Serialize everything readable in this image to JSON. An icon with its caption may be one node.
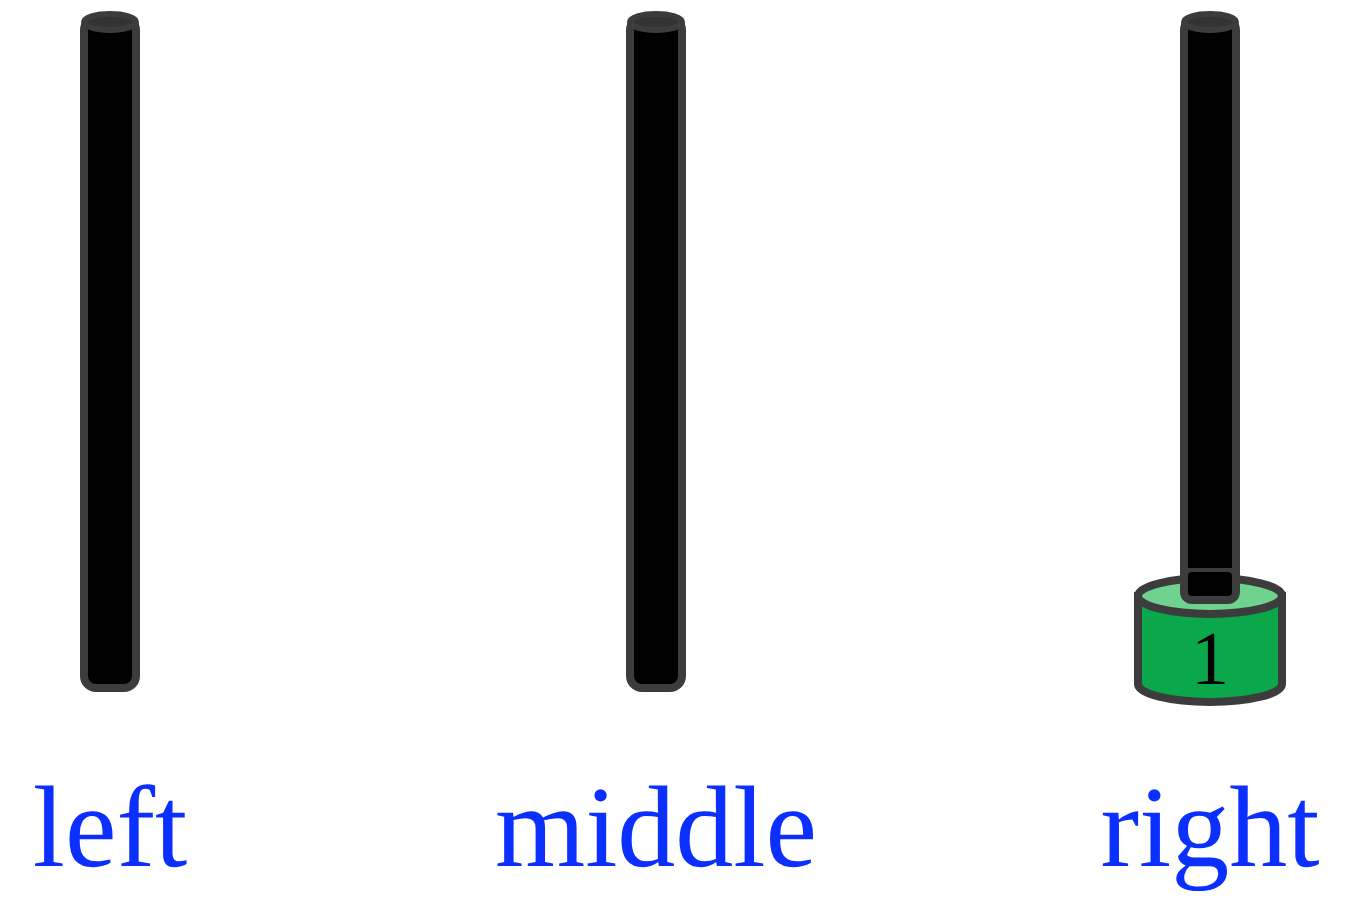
{
  "diagram": {
    "nodes": [
      {
        "text": [
          "1"
        ]
      }
    ],
    "edges": [],
    "labels": [
      "left",
      "middle",
      "right"
    ]
  }
}
